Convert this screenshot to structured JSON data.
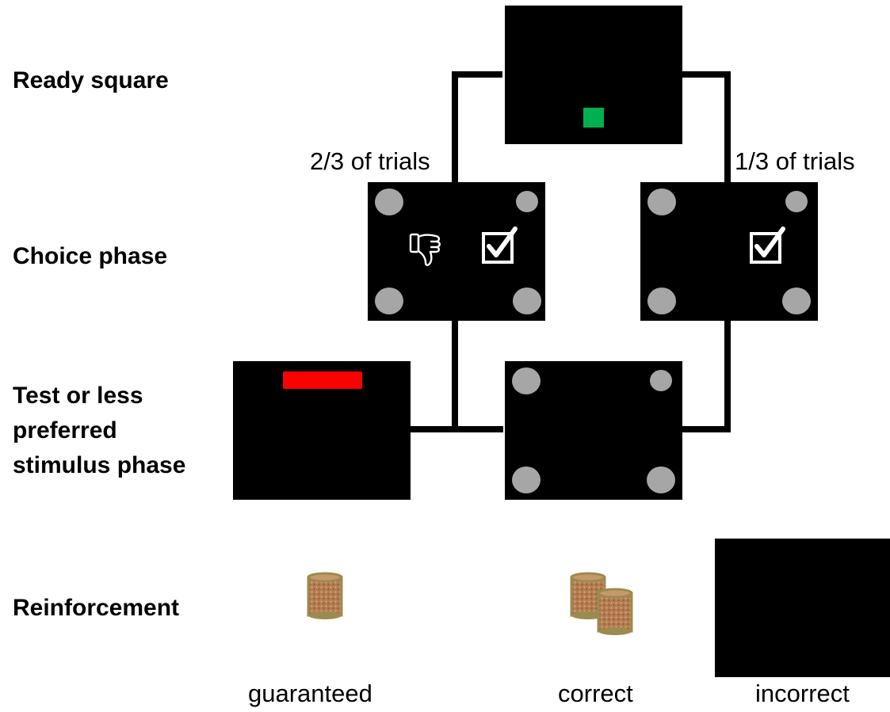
{
  "rows": {
    "ready": "Ready square",
    "choice": "Choice phase",
    "test": "Test or less\npreferred\nstimulus phase",
    "reinforcement": "Reinforcement"
  },
  "branches": {
    "left": "2/3 of trials",
    "right": "1/3 of trials"
  },
  "outcomes": {
    "guaranteed": "guaranteed",
    "correct": "correct",
    "incorrect": "incorrect"
  },
  "colors": {
    "screen": "#000000",
    "ready_square": "#00b050",
    "test_bar": "#ff0000",
    "response_dot": "#a6a6a6",
    "pellet_rim": "#9c8b4f",
    "pellet_fill": "#b07c4e"
  },
  "icons": {
    "choice_left": [
      "thumbs-down-icon",
      "checkbox-check-icon"
    ],
    "choice_right": [
      "checkbox-check-icon"
    ],
    "reward_guaranteed": "food-pellet-cup-icon",
    "reward_correct": "two-food-pellet-cups-icon"
  }
}
